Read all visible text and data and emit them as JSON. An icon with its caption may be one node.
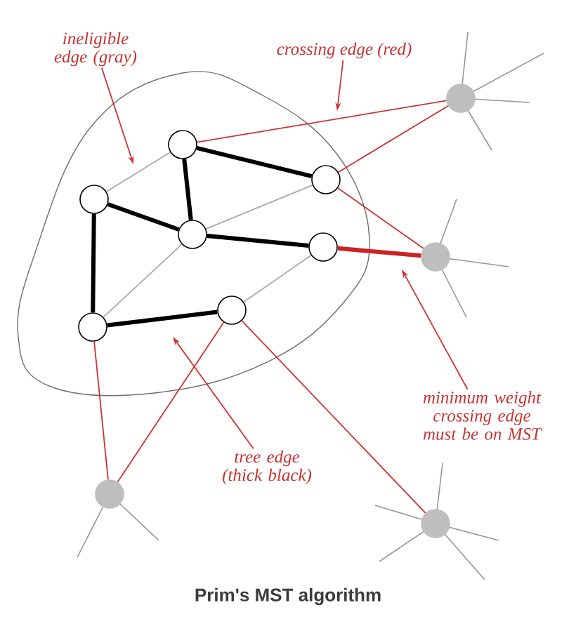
{
  "diagram": {
    "caption": "Prim's MST algorithm",
    "nodes": [
      {
        "text": [],
        "shape": "blob"
      },
      {
        "text": [],
        "shape": "circle",
        "in": 0
      },
      {
        "text": [],
        "shape": "circle",
        "in": 0
      },
      {
        "text": [],
        "shape": "circle",
        "in": 0
      },
      {
        "text": [],
        "shape": "circle",
        "in": 0
      },
      {
        "text": [],
        "shape": "circle",
        "in": 0
      },
      {
        "text": [],
        "shape": "circle",
        "in": 0
      },
      {
        "text": [],
        "shape": "circle",
        "in": 0
      },
      {
        "text": [],
        "shape": "circle"
      },
      {
        "text": [],
        "shape": "circle"
      },
      {
        "text": [],
        "shape": "circle"
      },
      {
        "text": [],
        "shape": "circle"
      },
      {
        "text": [
          "ineligible edge (gray)"
        ]
      },
      {
        "text": [
          "crossing edge (red)"
        ]
      },
      {
        "text": [
          "minimum weight crossing edge must be on MST"
        ]
      },
      {
        "text": [
          "tree edge (thick black)"
        ]
      }
    ],
    "edges": [
      {
        "from": 1,
        "to": 4,
        "arrow": "none",
        "style": "thick",
        "color": "#000000"
      },
      {
        "from": 1,
        "to": 3,
        "arrow": "none",
        "style": "thick",
        "color": "#000000"
      },
      {
        "from": 2,
        "to": 3,
        "arrow": "none",
        "style": "thick",
        "color": "#000000"
      },
      {
        "from": 3,
        "to": 5,
        "arrow": "none",
        "style": "thick",
        "color": "#000000"
      },
      {
        "from": 2,
        "to": 6,
        "arrow": "none",
        "style": "thick",
        "color": "#000000"
      },
      {
        "from": 6,
        "to": 7,
        "arrow": "none",
        "style": "thick",
        "color": "#000000"
      },
      {
        "from": 1,
        "to": 2,
        "arrow": "none",
        "color": "#aaaaaa"
      },
      {
        "from": 4,
        "to": 3,
        "arrow": "none",
        "color": "#aaaaaa"
      },
      {
        "from": 3,
        "to": 6,
        "arrow": "none",
        "color": "#aaaaaa"
      },
      {
        "from": 5,
        "to": 7,
        "arrow": "none",
        "color": "#aaaaaa"
      },
      {
        "from": 1,
        "to": 8,
        "arrow": "none",
        "color": "#cc3333"
      },
      {
        "from": 4,
        "to": 8,
        "arrow": "none",
        "color": "#cc3333"
      },
      {
        "from": 4,
        "to": 9,
        "arrow": "none",
        "color": "#cc3333"
      },
      {
        "from": 6,
        "to": 10,
        "arrow": "none",
        "color": "#cc3333"
      },
      {
        "from": 7,
        "to": 10,
        "arrow": "none",
        "color": "#cc3333"
      },
      {
        "from": 7,
        "to": 11,
        "arrow": "none",
        "color": "#cc3333"
      },
      {
        "from": 5,
        "to": 9,
        "arrow": "none",
        "style": "thick",
        "color": "#cc2222"
      },
      {
        "from": 12,
        "to": null,
        "arrow": "to",
        "color": "#cc3333"
      },
      {
        "from": 13,
        "to": null,
        "arrow": "to",
        "color": "#cc3333"
      },
      {
        "from": 14,
        "to": null,
        "arrow": "to",
        "color": "#cc3333"
      },
      {
        "from": 15,
        "to": null,
        "arrow": "to",
        "color": "#cc3333"
      }
    ]
  }
}
